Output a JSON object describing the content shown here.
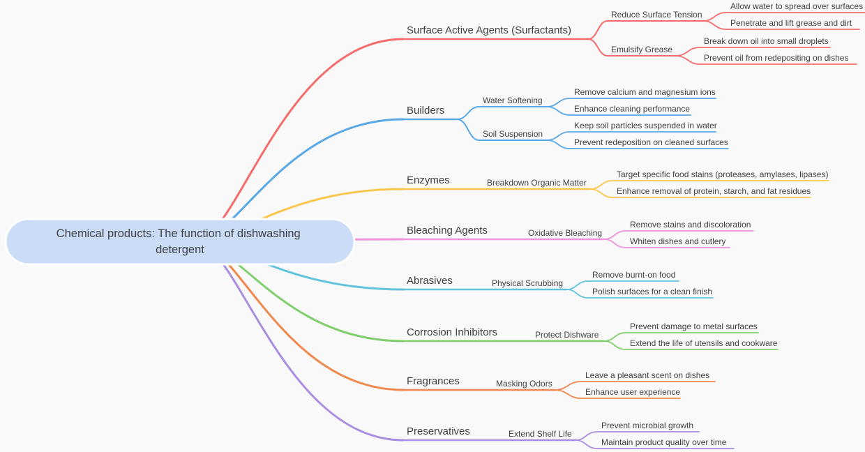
{
  "background": "#f9f9f9",
  "root": {
    "label": "Chemical products: The function of dishwashing detergent",
    "label_lines": [
      "Chemical products: The function of dishwashing",
      "detergent"
    ],
    "fill": "#cbdcf7",
    "border": "#ffffff",
    "text_color": "#3e4145"
  },
  "branches": [
    {
      "label": "Surface Active Agents (Surfactants)",
      "color": "#f56c6c",
      "children": [
        {
          "label": "Reduce Surface Tension",
          "children": [
            {
              "label": "Allow water to spread over surfaces"
            },
            {
              "label": "Penetrate and lift grease and dirt"
            }
          ]
        },
        {
          "label": "Emulsify Grease",
          "children": [
            {
              "label": "Break down oil into small droplets"
            },
            {
              "label": "Prevent oil from redepositing on dishes"
            }
          ]
        }
      ]
    },
    {
      "label": "Builders",
      "color": "#58a8e6",
      "children": [
        {
          "label": "Water Softening",
          "children": [
            {
              "label": "Remove calcium and magnesium ions"
            },
            {
              "label": "Enhance cleaning performance"
            }
          ]
        },
        {
          "label": "Soil Suspension",
          "children": [
            {
              "label": "Keep soil particles suspended in water"
            },
            {
              "label": "Prevent redeposition on cleaned surfaces"
            }
          ]
        }
      ]
    },
    {
      "label": "Enzymes",
      "color": "#f9c74e",
      "children": [
        {
          "label": "Breakdown Organic Matter",
          "children": [
            {
              "label": "Target specific food stains (proteases, amylases, lipases)"
            },
            {
              "label": "Enhance removal of protein, starch, and fat residues"
            }
          ]
        }
      ]
    },
    {
      "label": "Bleaching Agents",
      "color": "#ef93da",
      "children": [
        {
          "label": "Oxidative Bleaching",
          "children": [
            {
              "label": "Remove stains and discoloration"
            },
            {
              "label": "Whiten dishes and cutlery"
            }
          ]
        }
      ]
    },
    {
      "label": "Abrasives",
      "color": "#62c4dc",
      "children": [
        {
          "label": "Physical Scrubbing",
          "children": [
            {
              "label": "Remove burnt-on food"
            },
            {
              "label": "Polish surfaces for a clean finish"
            }
          ]
        }
      ]
    },
    {
      "label": "Corrosion Inhibitors",
      "color": "#80ce6d",
      "children": [
        {
          "label": "Protect Dishware",
          "children": [
            {
              "label": "Prevent damage to metal surfaces"
            },
            {
              "label": "Extend the life of utensils and cookware"
            }
          ]
        }
      ]
    },
    {
      "label": "Fragrances",
      "color": "#f0874e",
      "children": [
        {
          "label": "Masking Odors",
          "children": [
            {
              "label": "Leave a pleasant scent on dishes"
            },
            {
              "label": "Enhance user experience"
            }
          ]
        }
      ]
    },
    {
      "label": "Preservatives",
      "color": "#a98de0",
      "children": [
        {
          "label": "Extend Shelf Life",
          "children": [
            {
              "label": "Prevent microbial growth"
            },
            {
              "label": "Maintain product quality over time"
            }
          ]
        }
      ]
    }
  ]
}
